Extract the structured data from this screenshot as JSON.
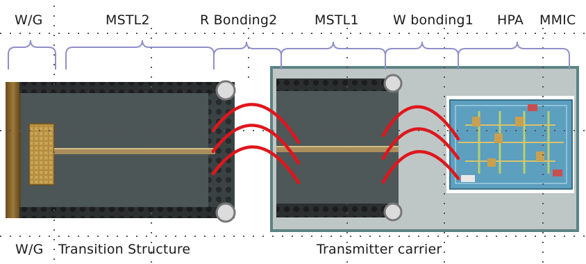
{
  "top_labels": {
    "wg": "W/G",
    "mstl2": "MSTL2",
    "r_bonding2": "R  Bonding2",
    "mstl1": "MSTL1",
    "w_bonding1": "W  bonding1",
    "hpa": "HPA",
    "mmic": "MMIC"
  },
  "bottom_labels": {
    "wg": "W/G",
    "transition": "Transition  Structure",
    "carrier": "Transmitter  carrier"
  },
  "colors": {
    "bond_wire": "#e0161c",
    "carrier_plate": "#bfc6c6",
    "carrier_border": "#5d8384",
    "brace": "#8f8fc8",
    "guide_dots": "#555555",
    "board": "#4d5657",
    "mmic_chip": "#5d9fbf"
  }
}
